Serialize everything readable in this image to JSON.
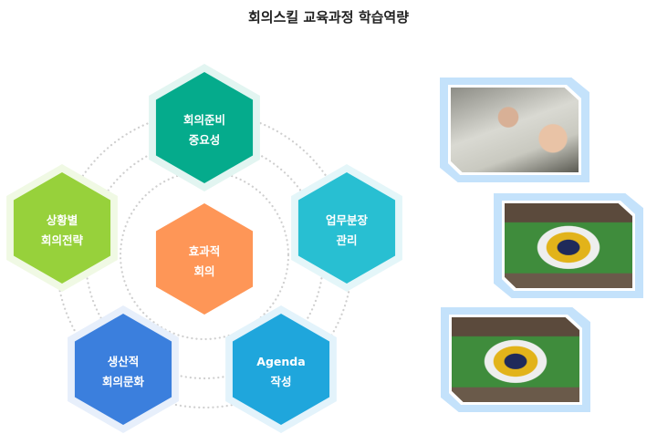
{
  "title": "회의스킬 교육과정 학습역량",
  "center": {
    "line1": "효과적",
    "line2": "회의",
    "color": "#fe9657"
  },
  "nodes": [
    {
      "line1": "회의준비",
      "line2": "중요성",
      "color": "#05ab8c",
      "halo": "#e2f5f1"
    },
    {
      "line1": "업무분장",
      "line2": "관리",
      "color": "#28bfd2",
      "halo": "#e4f6f9"
    },
    {
      "line1": "Agenda",
      "line2": "작성",
      "color": "#1fa6dc",
      "halo": "#e3f3fb"
    },
    {
      "line1": "생산적",
      "line2": "회의문화",
      "color": "#3b7fdd",
      "halo": "#e7effb"
    },
    {
      "line1": "상황별",
      "line2": "회의전략",
      "color": "#97d13b",
      "halo": "#f0f9e4"
    }
  ],
  "photos": [
    {
      "icon": "meeting-participants-photo"
    },
    {
      "icon": "team-activity-photo"
    },
    {
      "icon": "team-activity-photo"
    }
  ]
}
